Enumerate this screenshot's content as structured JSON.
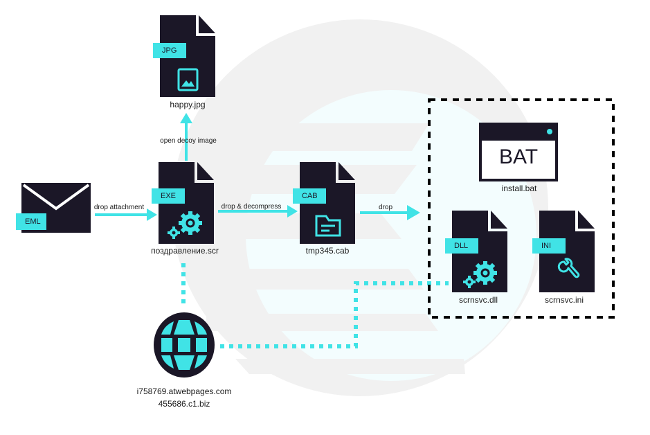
{
  "colors": {
    "dark": "#1b1727",
    "accent": "#40e3e6",
    "stripe": "#f1f1f1",
    "circle": "#f3fdfe",
    "boundary": "#000000"
  },
  "nodes": {
    "email": {
      "tag": "EML",
      "icon": "envelope-icon"
    },
    "jpg": {
      "tag": "JPG",
      "label": "happy.jpg",
      "icon": "image-icon"
    },
    "exe": {
      "tag": "EXE",
      "label": "поздравление.scr",
      "icon": "gears-icon"
    },
    "cab": {
      "tag": "CAB",
      "label": "tmp345.cab",
      "icon": "folder-icon"
    },
    "bat": {
      "tag": "BAT",
      "label": "install.bat",
      "icon": "window-icon"
    },
    "dll": {
      "tag": "DLL",
      "label": "scrnsvc.dll",
      "icon": "gears-icon"
    },
    "ini": {
      "tag": "INI",
      "label": "scrnsvc.ini",
      "icon": "wrench-icon"
    },
    "c2": {
      "icon": "globe-icon",
      "label_line1": "i758769.atwebpages.com",
      "label_line2": "455686.c1.biz"
    }
  },
  "edges": {
    "email_to_exe": "drop attachment",
    "exe_to_jpg": "open decoy image",
    "exe_to_cab": "drop & decompress",
    "cab_to_group": "drop"
  }
}
